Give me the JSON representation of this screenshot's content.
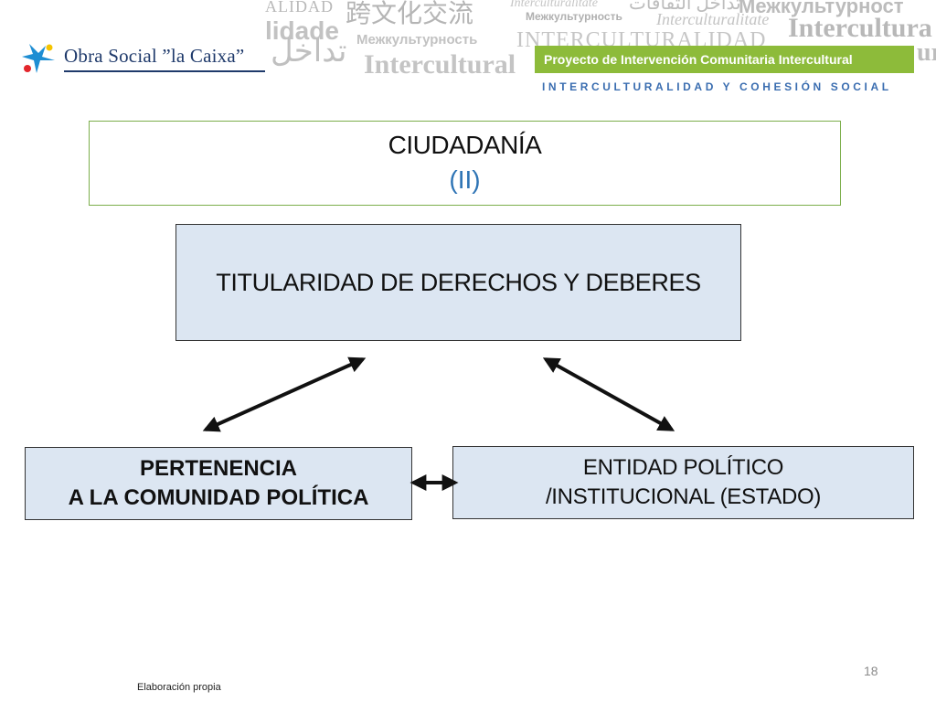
{
  "header": {
    "logo_text": "Obra Social ”la Caixa”",
    "banner": "Proyecto de Intervención Comunitaria Intercultural",
    "subbanner": "INTERCULTURALIDAD Y COHESIÓN SOCIAL",
    "word_cloud": [
      "ALIDAD",
      "lidade",
      "跨文化交流",
      "Interculturalitate",
      "تداخل الثقافات",
      "Межкультурност",
      "Межкультурность",
      "Interculturalitate",
      "Intercultura",
      "تداخل",
      "Межкультурность",
      "INTERCULTURALIDAD",
      "Intercultural",
      "ur"
    ],
    "colors": {
      "brand_blue": "#1f3a6b",
      "banner_green": "#8dbb3a",
      "accent_blue": "#3a6db0"
    }
  },
  "diagram": {
    "title": "CIUDADANÍA",
    "subtitle": "(II)",
    "center_box": "TITULARIDAD DE DERECHOS Y DEBERES",
    "left_box": {
      "line1": "PERTENENCIA",
      "line2": "A LA COMUNIDAD POLÍTICA"
    },
    "right_box": {
      "line1": "ENTIDAD POLÍTICO",
      "line2": "/INSTITUCIONAL (ESTADO)"
    },
    "colors": {
      "box_fill": "#dce6f2",
      "title_border": "#7cae4b",
      "subtitle": "#2e74b5"
    }
  },
  "footer": {
    "page_number": "18",
    "note": "Elaboración propia"
  }
}
